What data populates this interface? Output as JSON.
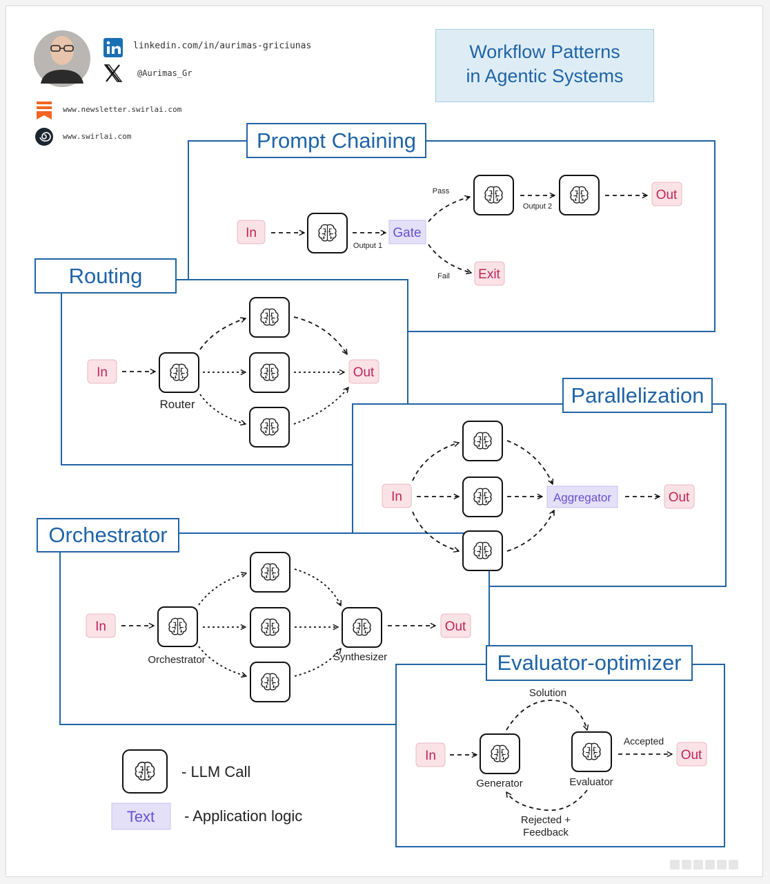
{
  "header": {
    "linkedin": "linkedin.com/in/aurimas-griciunas",
    "x_handle": "@Aurimas_Gr",
    "newsletter": "www.newsletter.swirlai.com",
    "website": "www.swirlai.com"
  },
  "title": {
    "line1": "Workflow Patterns",
    "line2": "in Agentic Systems"
  },
  "sections": {
    "prompt_chaining": {
      "title": "Prompt Chaining",
      "in": "In",
      "gate": "Gate",
      "exit": "Exit",
      "out": "Out",
      "output1": "Output 1",
      "output2": "Output 2",
      "pass": "Pass",
      "fail": "Fail"
    },
    "routing": {
      "title": "Routing",
      "in": "In",
      "out": "Out",
      "router": "Router"
    },
    "parallelization": {
      "title": "Parallelization",
      "in": "In",
      "aggregator": "Aggregator",
      "out": "Out"
    },
    "orchestrator": {
      "title": "Orchestrator",
      "in": "In",
      "out": "Out",
      "orchestrator_label": "Orchestrator",
      "synthesizer": "Synthesizer"
    },
    "evaluator_optimizer": {
      "title": "Evaluator-optimizer",
      "in": "In",
      "out": "Out",
      "generator": "Generator",
      "evaluator": "Evaluator",
      "solution": "Solution",
      "accepted": "Accepted",
      "rejected_line1": "Rejected +",
      "rejected_line2": "Feedback"
    }
  },
  "legend": {
    "llm_call": "- LLM Call",
    "text_sample": "Text",
    "app_logic": "- Application logic"
  },
  "colors": {
    "blue": "#1f63a6",
    "title_bg": "#deedf5",
    "pink_bg": "#fbe2e6",
    "pink_text": "#c0245c",
    "purple_bg": "#e3e0f8",
    "purple_text": "#6a4fd1"
  },
  "icons": [
    "linkedin-icon",
    "x-icon",
    "substack-icon",
    "swirlai-icon",
    "brain-icon",
    "user-avatar"
  ]
}
